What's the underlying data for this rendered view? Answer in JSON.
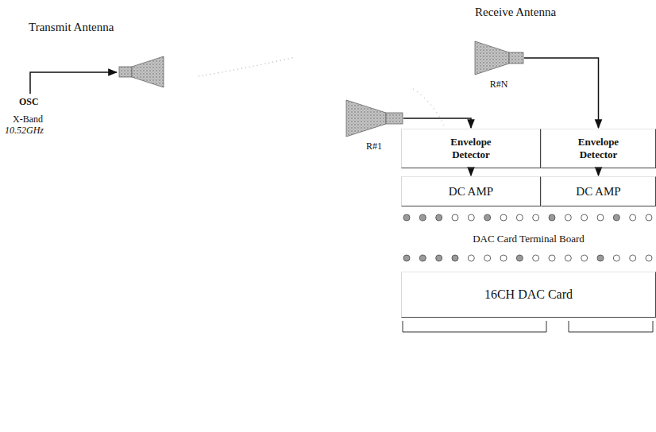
{
  "diagram": {
    "nodes": [
      {
        "text": [
          "R#N"
        ]
      },
      {
        "text": [
          "R#1"
        ]
      },
      {
        "text": [
          "Envelope Detector"
        ]
      },
      {
        "text": [
          "Envelope Detector"
        ]
      },
      {
        "text": [
          "DC AMP"
        ]
      },
      {
        "text": [
          "DC AMP"
        ]
      },
      {
        "text": [
          "DAC Card Terminal Board"
        ]
      },
      {
        "text": [
          "16CH DAC Card"
        ]
      }
    ],
    "edges": [
      {
        "from": 1,
        "to": 2,
        "arrow": "to"
      },
      {
        "from": 0,
        "to": 3,
        "arrow": "to"
      },
      {
        "from": 2,
        "to": 4,
        "arrow": "to"
      },
      {
        "from": 3,
        "to": 5,
        "arrow": "to"
      }
    ],
    "labels": [
      "Transmit Antenna",
      "OSC",
      "X-Band",
      "10.52GHz",
      "Receive Antenna"
    ]
  }
}
